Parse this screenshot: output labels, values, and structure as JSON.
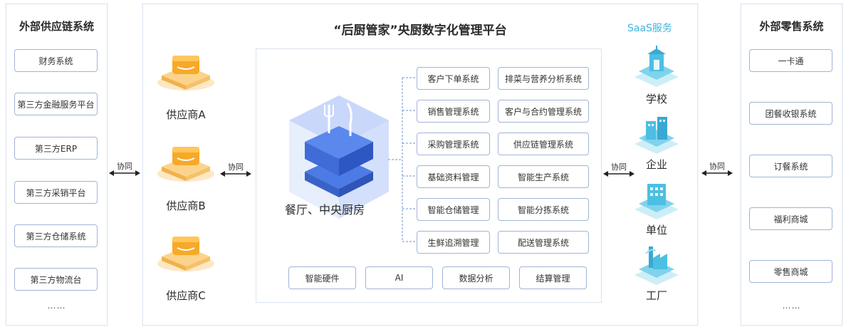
{
  "left_panel": {
    "title": "外部供应链系统",
    "items": [
      "财务系统",
      "第三方金融服务平台",
      "第三方ERP",
      "第三方采销平台",
      "第三方仓储系统",
      "第三方物流台"
    ],
    "ellipsis": "……"
  },
  "center_panel": {
    "title": "“后厨管家”央厨数字化管理平台",
    "saas_label": "SaaS服务",
    "suppliers": [
      "供应商A",
      "供应商B",
      "供应商C"
    ],
    "kitchen_label": "餐厅、中央厨房",
    "modules_left": [
      "客户下单系统",
      "销售管理系统",
      "采购管理系统",
      "基础资料管理",
      "智能仓储管理",
      "生鲜追溯管理"
    ],
    "modules_right": [
      "排菜与营养分析系统",
      "客户与合约管理系统",
      "供应链管理系统",
      "智能生产系统",
      "智能分拣系统",
      "配送管理系统"
    ],
    "bottom_modules": [
      "智能硬件",
      "AI",
      "数据分析",
      "结算管理"
    ],
    "customers": [
      "学校",
      "企业",
      "单位",
      "工厂"
    ]
  },
  "arrows": [
    "协同",
    "协同",
    "协同",
    "协同"
  ],
  "right_panel": {
    "title": "外部零售系统",
    "items": [
      "一卡通",
      "团餐收银系统",
      "订餐系统",
      "福利商城",
      "零售商城"
    ],
    "ellipsis": "……"
  },
  "colors": {
    "accent": "#3fb6dd",
    "supplier_orange": "#f5a623",
    "kitchen_blue": "#3d6fe0",
    "border": "#9fb5d6"
  }
}
